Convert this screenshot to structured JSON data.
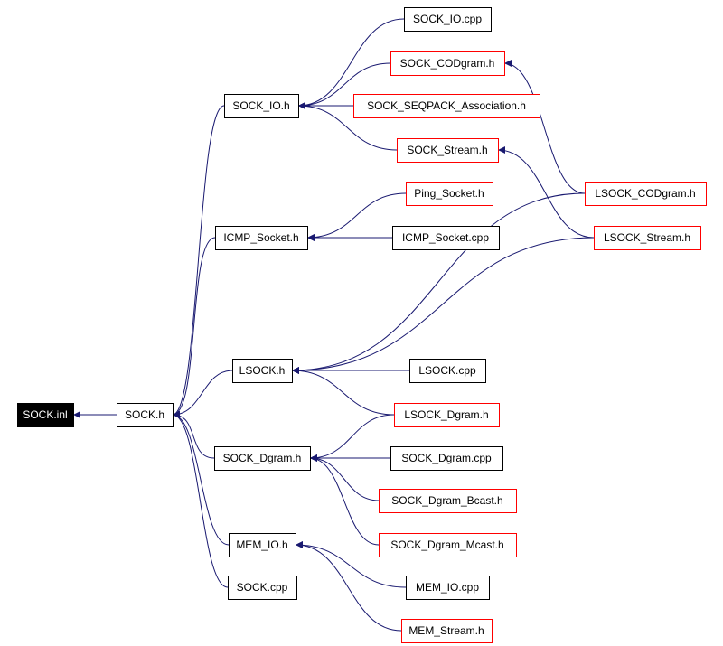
{
  "graph": {
    "edge_color": "#191970",
    "nodes": [
      {
        "id": "sock_inl",
        "label": "SOCK.inl",
        "style": "root"
      },
      {
        "id": "sock_h",
        "label": "SOCK.h",
        "style": "black"
      },
      {
        "id": "sock_io_h",
        "label": "SOCK_IO.h",
        "style": "black"
      },
      {
        "id": "sock_io_cpp",
        "label": "SOCK_IO.cpp",
        "style": "black"
      },
      {
        "id": "sock_codgram_h",
        "label": "SOCK_CODgram.h",
        "style": "red"
      },
      {
        "id": "sock_seqpack_h",
        "label": "SOCK_SEQPACK_Association.h",
        "style": "red"
      },
      {
        "id": "sock_stream_h",
        "label": "SOCK_Stream.h",
        "style": "red"
      },
      {
        "id": "lsock_codgram_h",
        "label": "LSOCK_CODgram.h",
        "style": "red"
      },
      {
        "id": "lsock_stream_h",
        "label": "LSOCK_Stream.h",
        "style": "red"
      },
      {
        "id": "ping_socket_h",
        "label": "Ping_Socket.h",
        "style": "red"
      },
      {
        "id": "icmp_socket_h",
        "label": "ICMP_Socket.h",
        "style": "black"
      },
      {
        "id": "icmp_socket_cpp",
        "label": "ICMP_Socket.cpp",
        "style": "black"
      },
      {
        "id": "lsock_h",
        "label": "LSOCK.h",
        "style": "black"
      },
      {
        "id": "lsock_cpp",
        "label": "LSOCK.cpp",
        "style": "black"
      },
      {
        "id": "lsock_dgram_h",
        "label": "LSOCK_Dgram.h",
        "style": "red"
      },
      {
        "id": "sock_dgram_h",
        "label": "SOCK_Dgram.h",
        "style": "black"
      },
      {
        "id": "sock_dgram_cpp",
        "label": "SOCK_Dgram.cpp",
        "style": "black"
      },
      {
        "id": "sock_dgram_bcast_h",
        "label": "SOCK_Dgram_Bcast.h",
        "style": "red"
      },
      {
        "id": "sock_dgram_mcast_h",
        "label": "SOCK_Dgram_Mcast.h",
        "style": "red"
      },
      {
        "id": "mem_io_h",
        "label": "MEM_IO.h",
        "style": "black"
      },
      {
        "id": "mem_io_cpp",
        "label": "MEM_IO.cpp",
        "style": "black"
      },
      {
        "id": "mem_stream_h",
        "label": "MEM_Stream.h",
        "style": "red"
      },
      {
        "id": "sock_cpp",
        "label": "SOCK.cpp",
        "style": "black"
      }
    ],
    "edges": [
      {
        "from": "sock_h",
        "to": "sock_inl"
      },
      {
        "from": "sock_io_h",
        "to": "sock_h"
      },
      {
        "from": "icmp_socket_h",
        "to": "sock_h"
      },
      {
        "from": "lsock_h",
        "to": "sock_h"
      },
      {
        "from": "sock_dgram_h",
        "to": "sock_h"
      },
      {
        "from": "mem_io_h",
        "to": "sock_h"
      },
      {
        "from": "sock_cpp",
        "to": "sock_h"
      },
      {
        "from": "sock_io_cpp",
        "to": "sock_io_h"
      },
      {
        "from": "sock_codgram_h",
        "to": "sock_io_h"
      },
      {
        "from": "sock_seqpack_h",
        "to": "sock_io_h"
      },
      {
        "from": "sock_stream_h",
        "to": "sock_io_h"
      },
      {
        "from": "lsock_codgram_h",
        "to": "sock_codgram_h"
      },
      {
        "from": "lsock_stream_h",
        "to": "sock_stream_h"
      },
      {
        "from": "ping_socket_h",
        "to": "icmp_socket_h"
      },
      {
        "from": "icmp_socket_cpp",
        "to": "icmp_socket_h"
      },
      {
        "from": "lsock_codgram_h",
        "to": "lsock_h"
      },
      {
        "from": "lsock_stream_h",
        "to": "lsock_h"
      },
      {
        "from": "lsock_cpp",
        "to": "lsock_h"
      },
      {
        "from": "lsock_dgram_h",
        "to": "lsock_h"
      },
      {
        "from": "lsock_dgram_h",
        "to": "sock_dgram_h"
      },
      {
        "from": "sock_dgram_cpp",
        "to": "sock_dgram_h"
      },
      {
        "from": "sock_dgram_bcast_h",
        "to": "sock_dgram_h"
      },
      {
        "from": "sock_dgram_mcast_h",
        "to": "sock_dgram_h"
      },
      {
        "from": "mem_io_cpp",
        "to": "mem_io_h"
      },
      {
        "from": "mem_stream_h",
        "to": "mem_io_h"
      }
    ]
  }
}
